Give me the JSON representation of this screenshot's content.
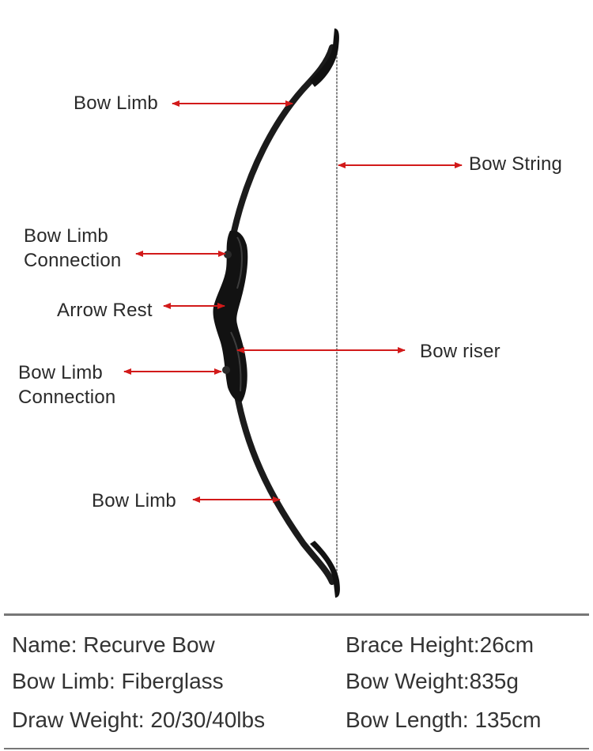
{
  "colors": {
    "arrow": "#d21a1a",
    "bow": "#1b1b1b",
    "string": "#6a6a6a",
    "divider": "#777777"
  },
  "labels": {
    "bow_limb_top": "Bow Limb",
    "bow_string": "Bow String",
    "limb_connection_top_1": "Bow Limb",
    "limb_connection_top_2": "Connection",
    "arrow_rest": "Arrow Rest",
    "bow_riser": "Bow riser",
    "limb_connection_bottom_1": "Bow Limb",
    "limb_connection_bottom_2": "Connection",
    "bow_limb_bottom": "Bow Limb"
  },
  "specs": {
    "name": "Name: Recurve Bow",
    "bow_limb": "Bow Limb: Fiberglass",
    "draw_weight": "Draw Weight: 20/30/40lbs",
    "brace_height": "Brace Height:26cm",
    "bow_weight": "Bow Weight:835g",
    "bow_length": "Bow Length: 135cm"
  }
}
